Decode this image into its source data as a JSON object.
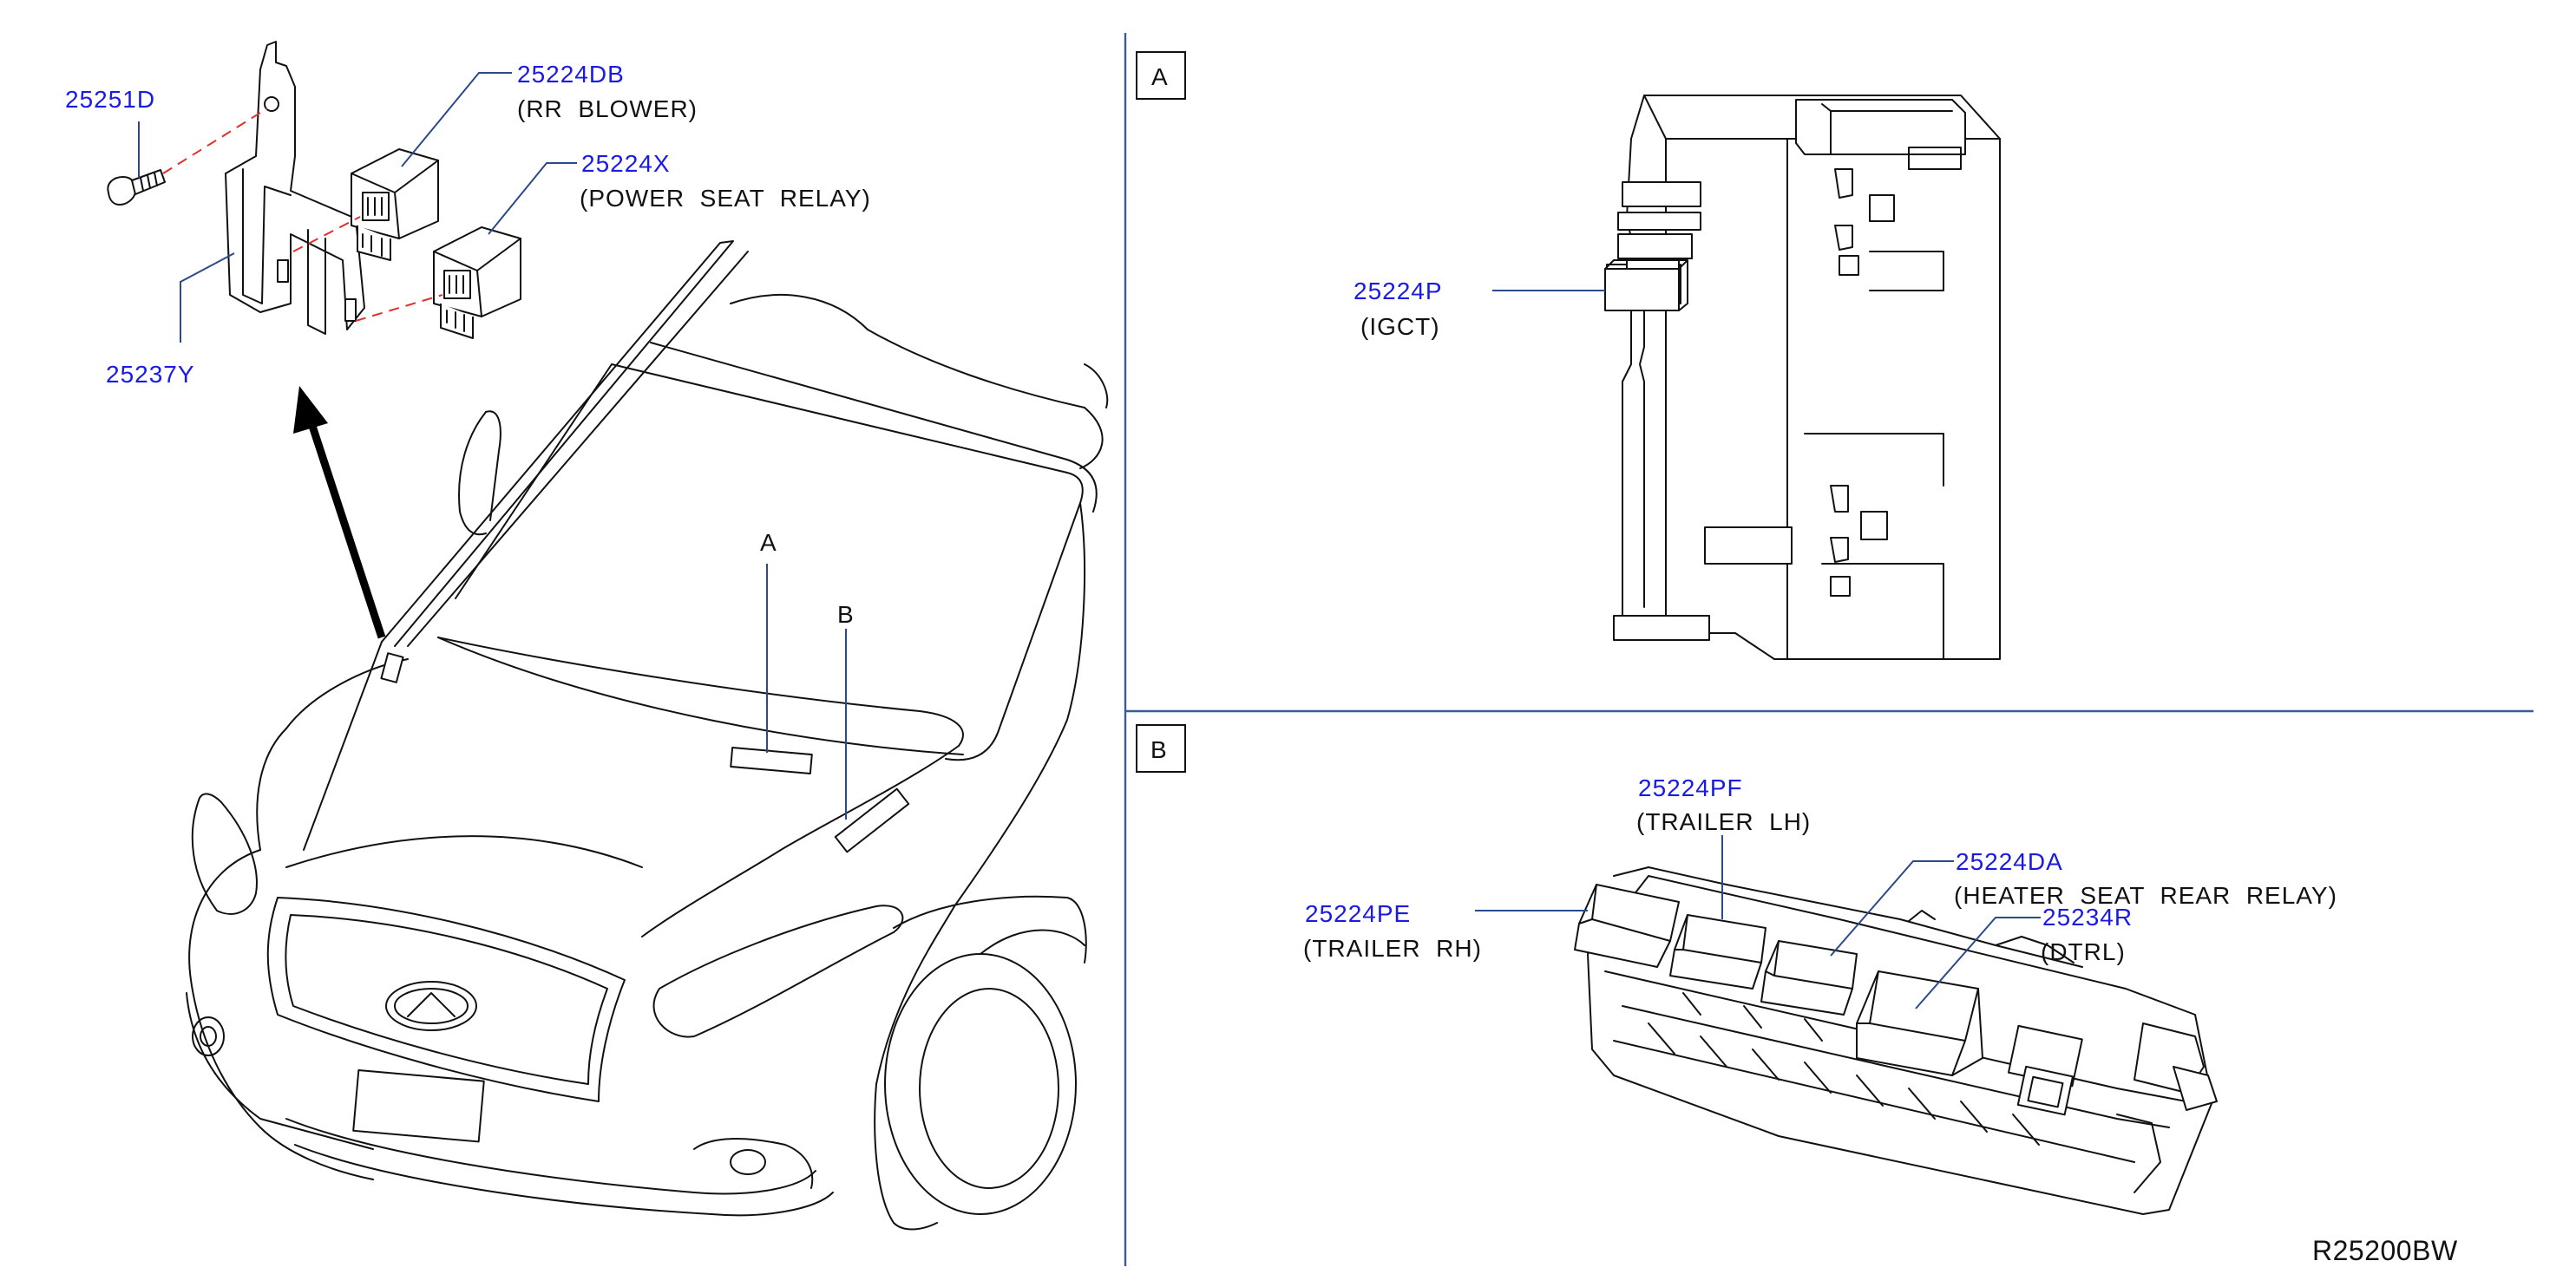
{
  "diagram_code": "R25200BW",
  "callouts": {
    "bolt": {
      "part": "25251D"
    },
    "rr_blower_relay": {
      "part": "25224DB",
      "desc": "(RR  BLOWER)"
    },
    "power_seat_relay": {
      "part": "25224X",
      "desc": "(POWER  SEAT  RELAY)"
    },
    "bracket": {
      "part": "25237Y"
    },
    "igct": {
      "part": "25224P",
      "desc": "(IGCT)"
    },
    "trailer_lh": {
      "part": "25224PF",
      "desc": "(TRAILER  LH)"
    },
    "heater_seat_rear_relay": {
      "part": "25224DA",
      "desc": "(HEATER  SEAT  REAR  RELAY)"
    },
    "dtrl": {
      "part": "25234R",
      "desc": "(DTRL)"
    },
    "trailer_rh": {
      "part": "25224PE",
      "desc": "(TRAILER  RH)"
    }
  },
  "locators": {
    "a": "A",
    "b": "B"
  },
  "panels": {
    "a": "A",
    "b": "B"
  },
  "colors": {
    "part_number": "#1a1ae6",
    "text": "#111111",
    "dashed_leader": "#e03030",
    "divider": "#3a5a9a"
  }
}
